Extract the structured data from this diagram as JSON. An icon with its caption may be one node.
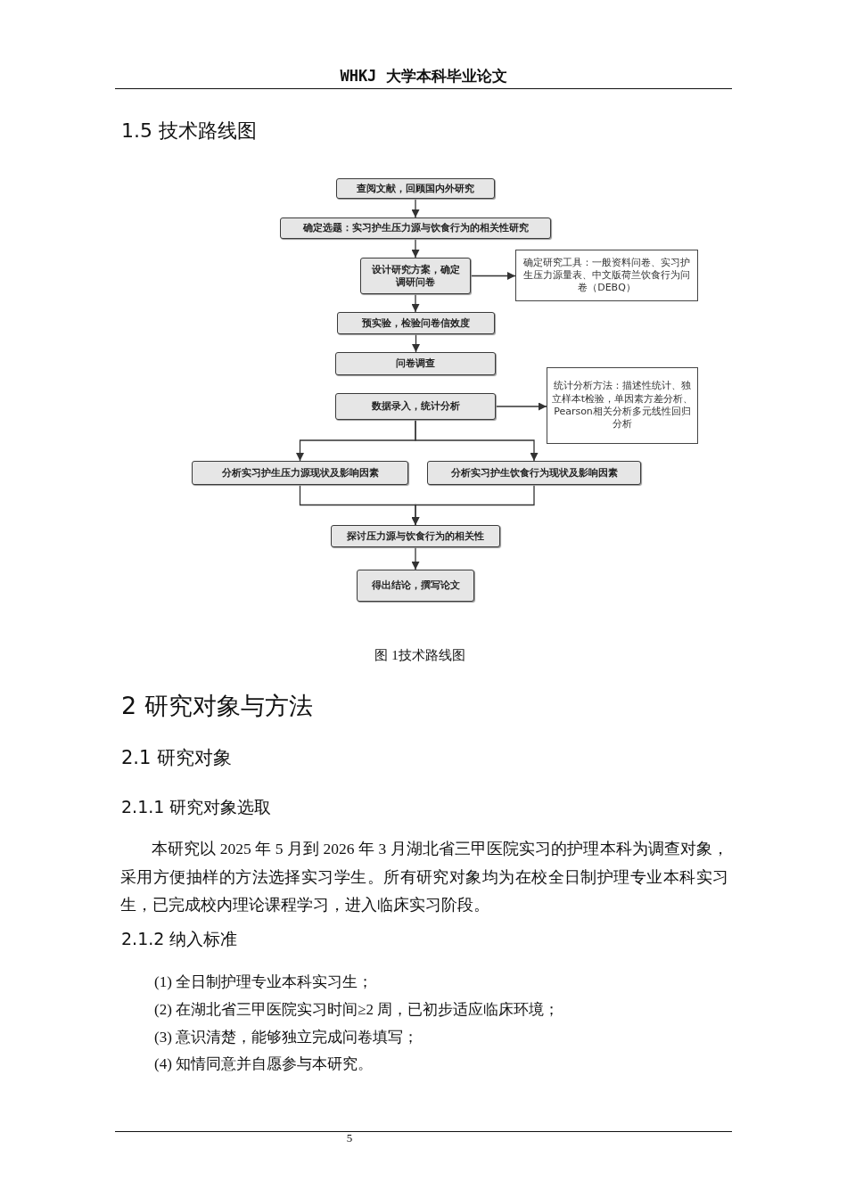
{
  "diagram": {
    "caption": "图 1技术路线图",
    "nodes": [
      {
        "text": [
          "查阅文献，回顾国内外研究"
        ]
      },
      {
        "text": [
          "确定选题：实习护生压力源与饮食行为的相关性研究"
        ]
      },
      {
        "text": [
          "设计研究方案，确定调研问卷"
        ]
      },
      {
        "text": [
          "确定研究工具：一般资料问卷、实习护生压力源量表、中文版荷兰饮食行为问卷（DEBQ）"
        ]
      },
      {
        "text": [
          "预实验，检验问卷信效度"
        ]
      },
      {
        "text": [
          "问卷调查"
        ]
      },
      {
        "text": [
          "数据录入，统计分析"
        ]
      },
      {
        "text": [
          "统计分析方法：描述性统计、独立样本t检验，单因素方差分析、Pearson相关分析多元线性回归分析"
        ]
      },
      {
        "text": [
          "分析实习护生压力源现状及影响因素"
        ]
      },
      {
        "text": [
          "分析实习护生饮食行为现状及影响因素"
        ]
      },
      {
        "text": [
          "探讨压力源与饮食行为的相关性"
        ]
      },
      {
        "text": [
          "得出结论，撰写论文"
        ]
      }
    ],
    "edges": [
      {
        "from": 0,
        "to": 1,
        "arrow": "to"
      },
      {
        "from": 1,
        "to": 2,
        "arrow": "to"
      },
      {
        "from": 2,
        "to": 3,
        "arrow": "to"
      },
      {
        "from": 2,
        "to": 4,
        "arrow": "to"
      },
      {
        "from": 4,
        "to": 5,
        "arrow": "to"
      },
      {
        "from": 6,
        "to": 7,
        "arrow": "to"
      },
      {
        "from": 6,
        "to": 8,
        "arrow": "to"
      },
      {
        "from": 6,
        "to": 9,
        "arrow": "to"
      },
      {
        "from": 8,
        "to": 10,
        "arrow": "to"
      },
      {
        "from": 9,
        "to": 10,
        "arrow": "to"
      },
      {
        "from": 10,
        "to": 11,
        "arrow": "to"
      }
    ],
    "labels": [
      "WHKJ 大学本科毕业论文",
      "1.5 技术路线图",
      "2 研究对象与方法",
      "2.1 研究对象",
      "2.1.1 研究对象选取",
      "本研究以 2025 年 5 月到 2026 年 3 月湖北省三甲医院实习的护理本科为调查对象，采用方便抽样的方法选择实习学生。所有研究对象均为在校全日制护理专业本科实习生，已完成校内理论课程学习，进入临床实习阶段。",
      "2.1.2 纳入标准",
      "(1) 全日制护理专业本科实习生；",
      "(2) 在湖北省三甲医院实习时间≥2 周，已初步适应临床环境；",
      "(3) 意识清楚，能够独立完成问卷填写；",
      "(4) 知情同意并自愿参与本研究。",
      "5"
    ]
  }
}
